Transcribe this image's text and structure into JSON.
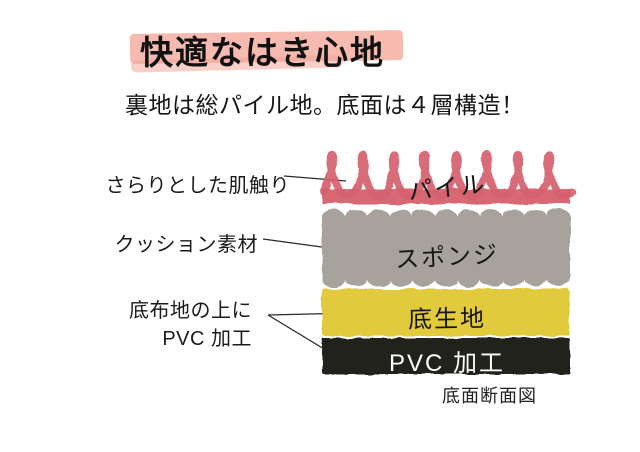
{
  "header": {
    "title": "快適なはき心地",
    "subtitle": "裏地は総パイル地。底面は４層構造！",
    "highlight_color": "#f39f91"
  },
  "callouts": [
    {
      "text": "さらりとした肌触り"
    },
    {
      "text": "クッション素材"
    },
    {
      "text_line1": "底布地の上に",
      "text_line2": "PVC 加工"
    }
  ],
  "diagram": {
    "caption": "底面断面図",
    "layers": [
      {
        "label": "パイル",
        "color": "#d5606e",
        "text_color": "#161616"
      },
      {
        "label": "スポンジ",
        "color": "#a7a39c",
        "text_color": "#161616"
      },
      {
        "label": "底生地",
        "color": "#e1ca3b",
        "text_color": "#161616"
      },
      {
        "label": "PVC 加工",
        "color": "#22201e",
        "text_color": "#ffffff"
      }
    ]
  }
}
